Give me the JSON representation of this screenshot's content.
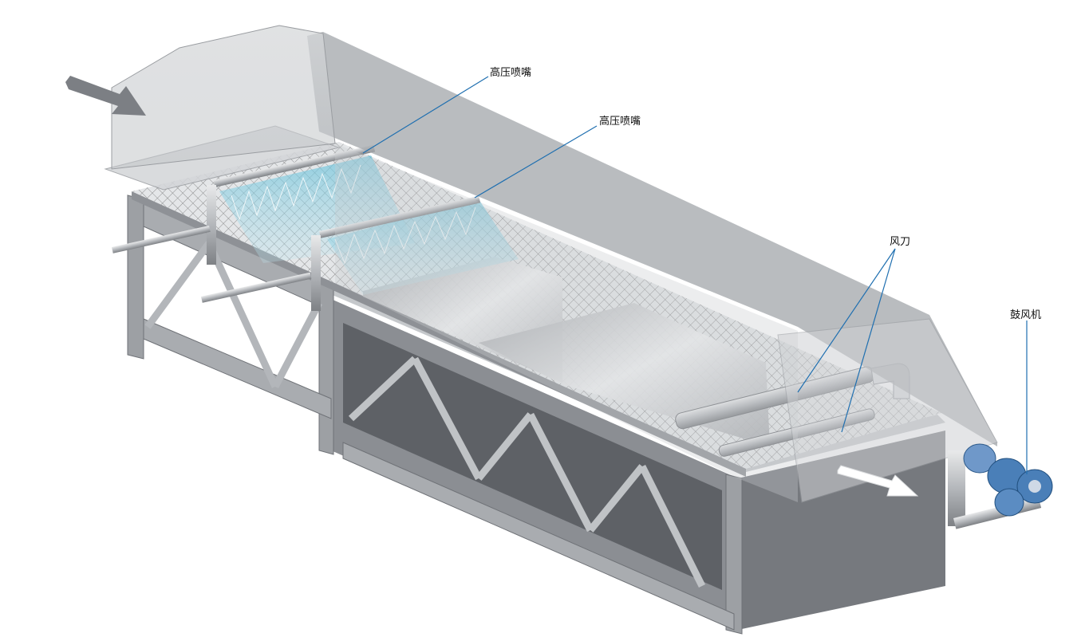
{
  "labels": {
    "nozzle_1": "高压喷嘴",
    "nozzle_2": "高压喷嘴",
    "air_knife": "风刀",
    "blower": "鼓风机"
  },
  "colors": {
    "frame": "#a9acb0",
    "frame_dark": "#6f7277",
    "tank_side": "#75787d",
    "hood": "#b9bcc0",
    "hood_dark": "#8d9095",
    "water_spray": "#8fd0e0",
    "leader_line": "#1f6fb0",
    "blower_blue": "#4a7fb8",
    "arrow": "#7c7f84"
  }
}
